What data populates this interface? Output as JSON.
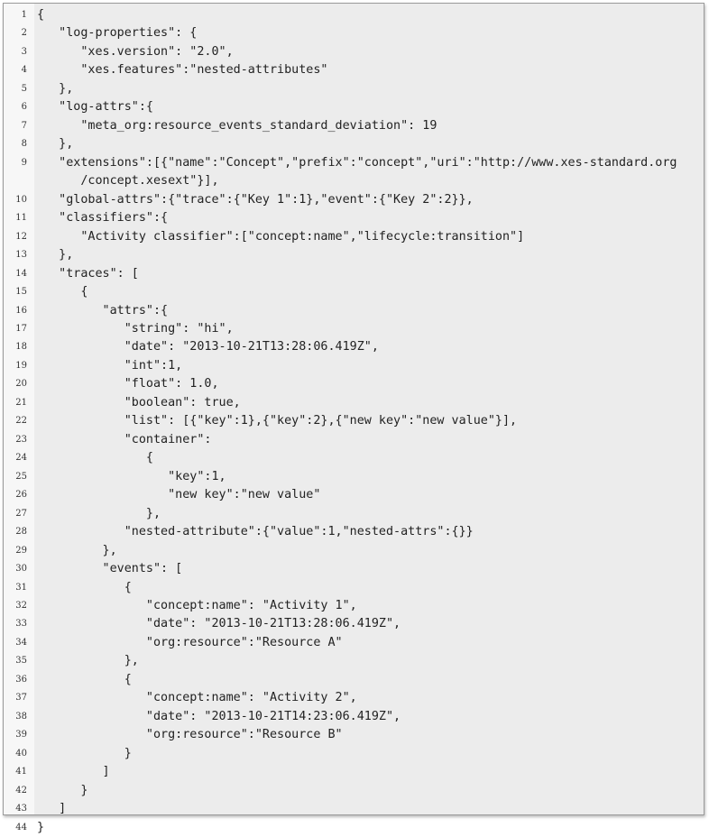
{
  "listing": {
    "lines": [
      {
        "n": "1",
        "text": "{"
      },
      {
        "n": "2",
        "text": "   \"log-properties\": {"
      },
      {
        "n": "3",
        "text": "      \"xes.version\": \"2.0\","
      },
      {
        "n": "4",
        "text": "      \"xes.features\":\"nested-attributes\""
      },
      {
        "n": "5",
        "text": "   },"
      },
      {
        "n": "6",
        "text": "   \"log-attrs\":{"
      },
      {
        "n": "7",
        "text": "      \"meta_org:resource_events_standard_deviation\": 19"
      },
      {
        "n": "8",
        "text": "   },"
      },
      {
        "n": "9",
        "text": "   \"extensions\":[{\"name\":\"Concept\",\"prefix\":\"concept\",\"uri\":\"http://www.xes-standard.org"
      },
      {
        "n": "",
        "text": "      /concept.xesext\"}],"
      },
      {
        "n": "10",
        "text": "   \"global-attrs\":{\"trace\":{\"Key 1\":1},\"event\":{\"Key 2\":2}},"
      },
      {
        "n": "11",
        "text": "   \"classifiers\":{"
      },
      {
        "n": "12",
        "text": "      \"Activity classifier\":[\"concept:name\",\"lifecycle:transition\"]"
      },
      {
        "n": "13",
        "text": "   },"
      },
      {
        "n": "14",
        "text": "   \"traces\": ["
      },
      {
        "n": "15",
        "text": "      {"
      },
      {
        "n": "16",
        "text": "         \"attrs\":{"
      },
      {
        "n": "17",
        "text": "            \"string\": \"hi\","
      },
      {
        "n": "18",
        "text": "            \"date\": \"2013-10-21T13:28:06.419Z\","
      },
      {
        "n": "19",
        "text": "            \"int\":1,"
      },
      {
        "n": "20",
        "text": "            \"float\": 1.0,"
      },
      {
        "n": "21",
        "text": "            \"boolean\": true,"
      },
      {
        "n": "22",
        "text": "            \"list\": [{\"key\":1},{\"key\":2},{\"new key\":\"new value\"}],"
      },
      {
        "n": "23",
        "text": "            \"container\":"
      },
      {
        "n": "24",
        "text": "               {"
      },
      {
        "n": "25",
        "text": "                  \"key\":1,"
      },
      {
        "n": "26",
        "text": "                  \"new key\":\"new value\""
      },
      {
        "n": "27",
        "text": "               },"
      },
      {
        "n": "28",
        "text": "            \"nested-attribute\":{\"value\":1,\"nested-attrs\":{}}"
      },
      {
        "n": "29",
        "text": "         },"
      },
      {
        "n": "30",
        "text": "         \"events\": ["
      },
      {
        "n": "31",
        "text": "            {"
      },
      {
        "n": "32",
        "text": "               \"concept:name\": \"Activity 1\","
      },
      {
        "n": "33",
        "text": "               \"date\": \"2013-10-21T13:28:06.419Z\","
      },
      {
        "n": "34",
        "text": "               \"org:resource\":\"Resource A\""
      },
      {
        "n": "35",
        "text": "            },"
      },
      {
        "n": "36",
        "text": "            {"
      },
      {
        "n": "37",
        "text": "               \"concept:name\": \"Activity 2\","
      },
      {
        "n": "38",
        "text": "               \"date\": \"2013-10-21T14:23:06.419Z\","
      },
      {
        "n": "39",
        "text": "               \"org:resource\":\"Resource B\""
      },
      {
        "n": "40",
        "text": "            }"
      },
      {
        "n": "41",
        "text": "         ]"
      },
      {
        "n": "42",
        "text": "      }"
      },
      {
        "n": "43",
        "text": "   ]"
      },
      {
        "n": "44",
        "text": "}"
      }
    ]
  },
  "colors": {
    "bracket": "#3b78c0",
    "number": "#a03a66",
    "punct": "#c03a3a",
    "text": "#222222"
  }
}
